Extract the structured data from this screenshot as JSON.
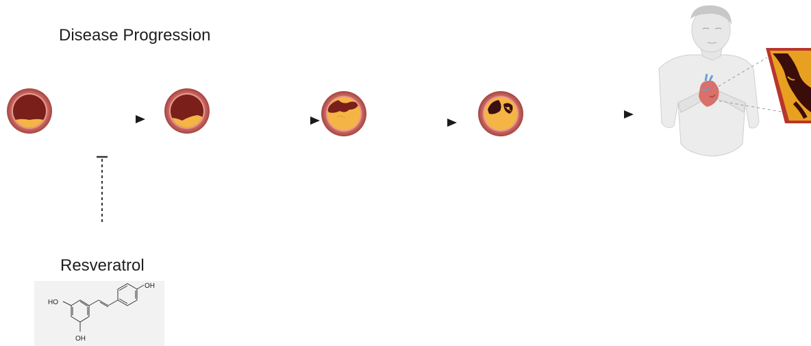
{
  "diagram": {
    "title": "Disease Progression",
    "inhibitor_label": "Resveratrol",
    "molecule_labels": {
      "oh_top": "OH",
      "ho_left": "HO",
      "oh_bottom": "OH"
    },
    "stages": [
      {
        "name": "early-fatty-streak"
      },
      {
        "name": "growing-plaque"
      },
      {
        "name": "advanced-plaque"
      },
      {
        "name": "ruptured-plaque"
      }
    ],
    "outcome": "heart-attack",
    "colors": {
      "vessel_wall": "#c9605a",
      "vessel_wall_dark": "#a54440",
      "lumen": "#7a1f1a",
      "plaque": "#f5b545",
      "arrow": "#1a1a1a"
    }
  }
}
